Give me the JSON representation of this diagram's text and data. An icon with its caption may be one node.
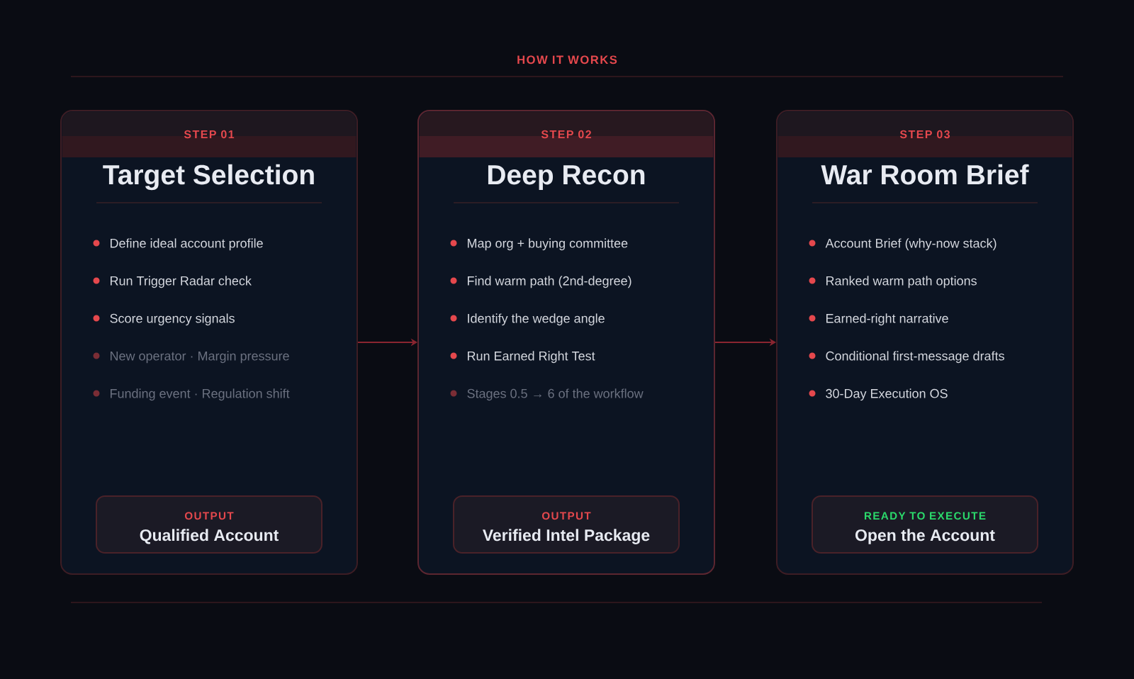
{
  "diagram": {
    "title": "HOW IT WORKS",
    "nodes": [
      {
        "text": [
          "STEP 01",
          "Target Selection",
          "Define ideal account profile",
          "Run Trigger Radar check",
          "Score urgency signals",
          "New operator · Margin pressure",
          "Funding event · Regulation shift"
        ]
      },
      {
        "text": [
          "OUTPUT",
          "Qualified Account"
        ],
        "in": 0
      },
      {
        "text": [
          "STEP 02",
          "Deep Recon",
          "Map org + buying committee",
          "Find warm path (2nd-degree)",
          "Identify the wedge angle",
          "Run Earned Right Test",
          "Stages 0.5 → 6 of the workflow"
        ]
      },
      {
        "text": [
          "OUTPUT",
          "Verified Intel Package"
        ],
        "in": 2
      },
      {
        "text": [
          "STEP 03",
          "War Room Brief",
          "Account Brief (why-now stack)",
          "Ranked warm path options",
          "Earned-right narrative",
          "Conditional first-message drafts",
          "30-Day Execution OS"
        ]
      },
      {
        "text": [
          "READY TO EXECUTE",
          "Open the Account"
        ],
        "in": 4
      }
    ],
    "edges": [
      {
        "from": 0,
        "to": 2,
        "arrow": "to"
      },
      {
        "from": 2,
        "to": 4,
        "arrow": "to"
      }
    ]
  }
}
